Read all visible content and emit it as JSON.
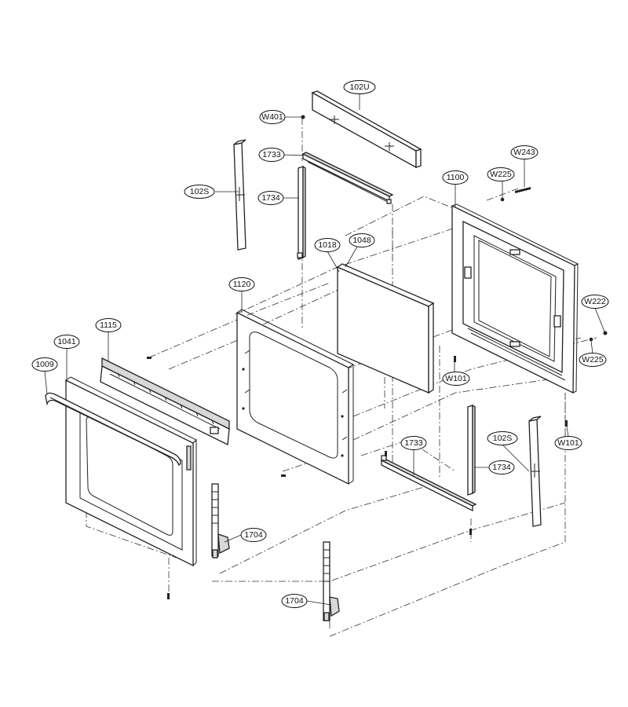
{
  "diagram": {
    "type": "exploded-parts-view",
    "callouts": {
      "c102U": "102U",
      "cW401": "W401",
      "c1733a": "1733",
      "c102Sa": "102S",
      "c1734a": "1734",
      "c1018": "1018",
      "c1048": "1048",
      "c1100": "1100",
      "cW225a": "W225",
      "cW243": "W243",
      "c1120": "1120",
      "c1115": "1115",
      "c1041": "1041",
      "c1009": "1009",
      "cW222": "W222",
      "cW225b": "W225",
      "cW101a": "W101",
      "cW101b": "W101",
      "c1733b": "1733",
      "c102Sb": "102S",
      "c1734b": "1734",
      "c1704a": "1704",
      "c1704b": "1704"
    }
  }
}
